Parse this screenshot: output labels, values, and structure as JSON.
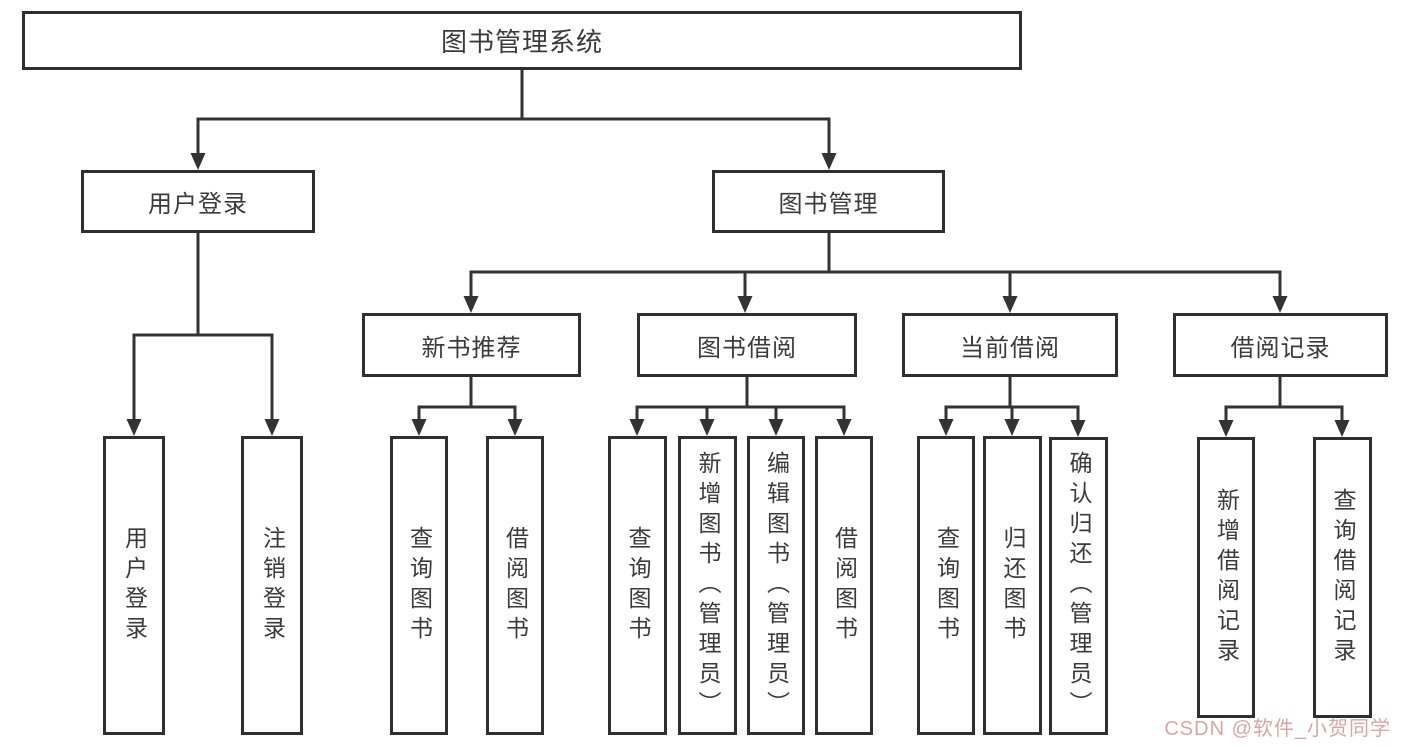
{
  "tree": {
    "root": "图书管理系统",
    "login_branch": {
      "label": "用户登录",
      "children": [
        "用户登录",
        "注销登录"
      ]
    },
    "mgmt_branch": {
      "label": "图书管理",
      "groups": [
        {
          "label": "新书推荐",
          "children": [
            "查询图书",
            "借阅图书"
          ]
        },
        {
          "label": "图书借阅",
          "children": [
            "查询图书",
            "新增图书（管理员）",
            "编辑图书（管理员）",
            "借阅图书"
          ]
        },
        {
          "label": "当前借阅",
          "children": [
            "查询图书",
            "归还图书",
            "确认归还（管理员）"
          ]
        },
        {
          "label": "借阅记录",
          "children": [
            "新增借阅记录",
            "查询借阅记录"
          ]
        }
      ]
    }
  },
  "watermark": {
    "text": "CSDN @软件_小贺同学",
    "color": "#dba4a4"
  },
  "colors": {
    "line": "#333333",
    "box_border": "#2f2f2f",
    "text": "#3b3b3b",
    "background": "#ffffff"
  }
}
